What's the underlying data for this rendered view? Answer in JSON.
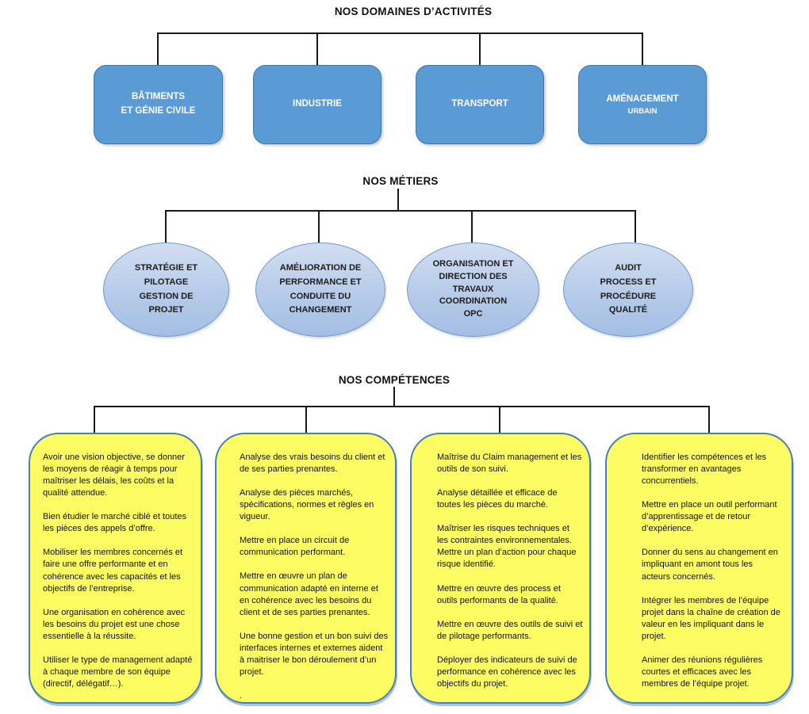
{
  "colors": {
    "domain_box_fill": "#5b9bd5",
    "domain_box_border": "#4076a8",
    "ellipse_fill_top": "#d2def1",
    "ellipse_fill_bottom": "#a4bee3",
    "ellipse_border": "#6d9ad0",
    "competence_fill": "#fdfc62",
    "competence_border": "#4a7ebb",
    "connector": "#181818",
    "domain_text": "#ffffff",
    "body_text": "#111111"
  },
  "domaines": {
    "title": "NOS DOMAINES D’ACTIVITÉS",
    "items": [
      {
        "label": "BÂTIMENTS\nET GÉNIE CIVILE"
      },
      {
        "label": "INDUSTRIE"
      },
      {
        "label": "TRANSPORT"
      },
      {
        "label": "AMÉNAGEMENT",
        "sublabel": "URBAIN"
      }
    ]
  },
  "metiers": {
    "title": "NOS MÉTIERS",
    "items": [
      {
        "label": "STRATÉGIE ET\nPILOTAGE\nGESTION DE\nPROJET"
      },
      {
        "label": "AMÉLIORATION DE\nPERFORMANCE ET\nCONDUITE DU\nCHANGEMENT"
      },
      {
        "label": "ORGANISATION ET\nDIRECTION DES\nTRAVAUX\nCOORDINATION\nOPC"
      },
      {
        "label": "AUDIT\nPROCESS ET\nPROCÉDURE\nQUALITÉ"
      }
    ]
  },
  "competences": {
    "title": "NOS COMPÉTENCES",
    "boxes": [
      {
        "paragraphs": [
          "Avoir une vision objective, se donner les moyens de réagir à temps pour maîtriser les délais, les coûts et la qualité attendue.",
          "Bien étudier le marché ciblé et toutes les pièces des appels d’offre.",
          "Mobiliser les membres concernés et faire une offre performante et en cohérence avec les capacités et les objectifs de l’entreprise.",
          "Une organisation en cohérence avec les besoins du projet est une chose essentielle à la réussite.",
          "Utiliser le type de management adapté à chaque membre de son équipe (directif, délégatif…)."
        ]
      },
      {
        "paragraphs": [
          "Analyse des vrais besoins du client et de ses parties prenantes.",
          "Analyse des pièces marchés, spécifications, normes et règles en vigueur.",
          "Mettre en place un circuit de communication performant.",
          "Mettre en œuvre un plan de communication adapté en interne et en cohérence avec les besoins du client et de ses parties prenantes.",
          "Une bonne gestion et un bon suivi des interfaces internes et externes aident à maitriser le bon déroulement d’un projet.",
          "."
        ]
      },
      {
        "paragraphs": [
          "Maîtrise du Claim management et les outils de son suivi.",
          "Analyse détaillée et efficace de toutes les pièces du marché.",
          "Maîtriser les risques techniques et les contraintes environnementales. Mettre un plan d’action pour chaque risque identifié.",
          "Mettre en œuvre des process et outils performants de la qualité.",
          "Mettre en œuvre des outils de suivi et de pilotage performants.",
          "Déployer des indicateurs de suivi de performance en cohérence avec les objectifs du projet."
        ]
      },
      {
        "paragraphs": [
          "Identifier les compétences et les transformer en avantages concurrentiels.",
          "Mettre en place un outil performant d’apprentissage et de retour d’expérience.",
          "Donner du sens au changement en impliquant en amont tous les acteurs concernés.",
          "Intégrer les membres de l’équipe projet dans la chaîne de création de valeur en les impliquant dans le projet.",
          "Animer des réunions régulières courtes et efficaces avec les membres de l’équipe projet."
        ]
      }
    ]
  }
}
